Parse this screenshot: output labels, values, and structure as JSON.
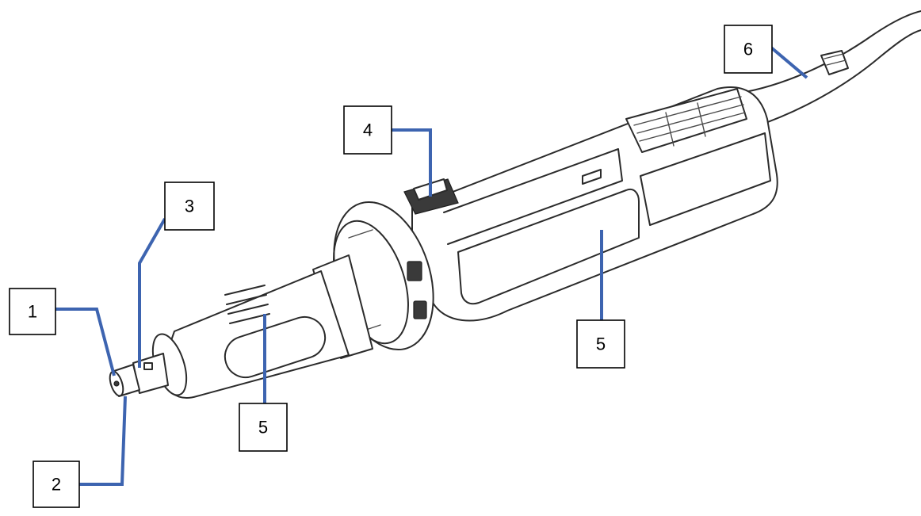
{
  "callouts": [
    {
      "id": "c1",
      "number": "1"
    },
    {
      "id": "c2",
      "number": "2"
    },
    {
      "id": "c3",
      "number": "3"
    },
    {
      "id": "c4",
      "number": "4"
    },
    {
      "id": "c5a",
      "number": "5"
    },
    {
      "id": "c5b",
      "number": "5"
    },
    {
      "id": "c6",
      "number": "6"
    }
  ],
  "colors": {
    "leader": "#3d64b0",
    "outline": "#2b2b2b",
    "background": "#ffffff"
  }
}
